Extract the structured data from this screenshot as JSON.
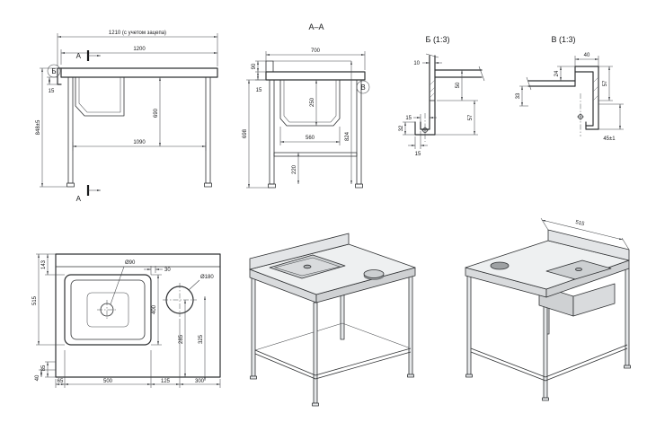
{
  "sheet": {
    "background": "#ffffff",
    "line_color": "#2f3133"
  },
  "front_view": {
    "detail_mark": "Б",
    "section_mark": "A",
    "dim_total_width": "1210 (с учетом зацепа)",
    "dim_top_width": "1200",
    "dim_lip": "15",
    "dim_height": "848±5",
    "dim_under_top": "690",
    "dim_leg_span": "1090"
  },
  "section_view": {
    "title": "А–А",
    "detail_mark": "В",
    "dim_depth": "700",
    "dim_splash": "90",
    "dim_top_thk": "15",
    "dim_bowl_depth": "250",
    "dim_under_height": "698",
    "dim_full_height": "824",
    "dim_bowl_width": "560",
    "dim_brace": "220"
  },
  "detail_b": {
    "title": "Б (1:3)",
    "dim_10": "10",
    "dim_50": "50",
    "dim_57": "57",
    "dim_32": "32",
    "dim_15a": "15",
    "dim_15b": "15"
  },
  "detail_v": {
    "title": "В (1:3)",
    "dim_40": "40",
    "dim_24": "24",
    "dim_57": "57",
    "dim_33": "33",
    "dim_45": "45±1"
  },
  "plan_view": {
    "dim_drain": "Ø90",
    "dim_hole": "Ø180",
    "dim_143": "143",
    "dim_515": "515",
    "dim_85": "85",
    "dim_40": "40",
    "dim_65": "65",
    "dim_500": "500",
    "dim_125": "125",
    "dim_300": "300",
    "dim_400": "400",
    "dim_285": "285",
    "dim_325": "325",
    "dim_30": "30"
  },
  "iso_back_view": {
    "dim_515": "515"
  }
}
